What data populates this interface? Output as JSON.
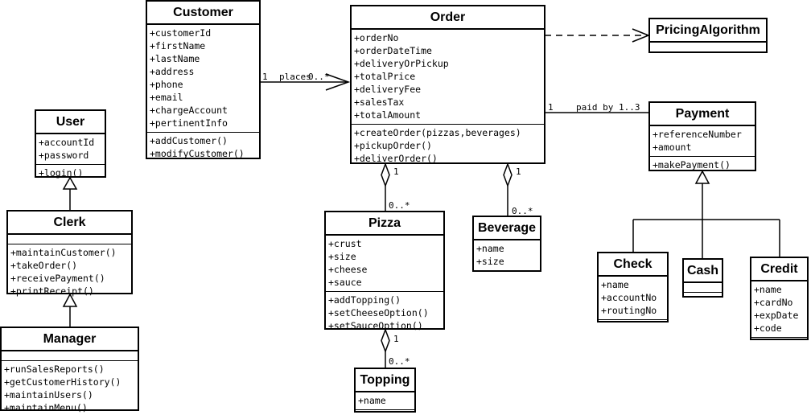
{
  "classes": {
    "customer": {
      "name": "Customer",
      "attributes": [
        "+customerId",
        "+firstName",
        "+lastName",
        "+address",
        "+phone",
        "+email",
        "+chargeAccount",
        "+pertinentInfo"
      ],
      "operations": [
        "+addCustomer()",
        "+modifyCustomer()"
      ]
    },
    "order": {
      "name": "Order",
      "attributes": [
        "+orderNo",
        "+orderDateTime",
        "+deliveryOrPickup",
        "+totalPrice",
        "+deliveryFee",
        "+salesTax",
        "+totalAmount"
      ],
      "operations": [
        "+createOrder(pizzas,beverages)",
        "+pickupOrder()",
        "+deliverOrder()"
      ]
    },
    "pricing": {
      "name": "PricingAlgorithm",
      "attributes": [],
      "operations": []
    },
    "user": {
      "name": "User",
      "attributes": [
        "+accountId",
        "+password"
      ],
      "operations": [
        "+login()"
      ]
    },
    "clerk": {
      "name": "Clerk",
      "attributes": [],
      "operations": [
        "+maintainCustomer()",
        "+takeOrder()",
        "+receivePayment()",
        "+printReceipt()"
      ]
    },
    "manager": {
      "name": "Manager",
      "attributes": [],
      "operations": [
        "+runSalesReports()",
        "+getCustomerHistory()",
        "+maintainUsers()",
        "+maintainMenu()"
      ]
    },
    "payment": {
      "name": "Payment",
      "attributes": [
        "+referenceNumber",
        "+amount"
      ],
      "operations": [
        "+makePayment()"
      ]
    },
    "pizza": {
      "name": "Pizza",
      "attributes": [
        "+crust",
        "+size",
        "+cheese",
        "+sauce"
      ],
      "operations": [
        "+addTopping()",
        "+setCheeseOption()",
        "+setSauceOption()"
      ]
    },
    "beverage": {
      "name": "Beverage",
      "attributes": [
        "+name",
        "+size"
      ],
      "operations": []
    },
    "topping": {
      "name": "Topping",
      "attributes": [
        "+name"
      ],
      "operations": []
    },
    "check": {
      "name": "Check",
      "attributes": [
        "+name",
        "+accountNo",
        "+routingNo"
      ],
      "operations": []
    },
    "cash": {
      "name": "Cash",
      "attributes": [],
      "operations": []
    },
    "credit": {
      "name": "Credit",
      "attributes": [
        "+name",
        "+cardNo",
        "+expDate",
        "+code"
      ],
      "operations": []
    }
  },
  "labels": {
    "places_mult_left": "1",
    "places_name": "places",
    "places_mult_right": "0..*",
    "paid_mult_left": "1",
    "paid_name": "paid by",
    "paid_mult_right": "1..3",
    "order_pizza_top": "1",
    "order_pizza_bottom": "0..*",
    "order_beverage_top": "1",
    "order_beverage_bottom": "0..*",
    "pizza_topping_top": "1",
    "pizza_topping_bottom": "0..*"
  }
}
